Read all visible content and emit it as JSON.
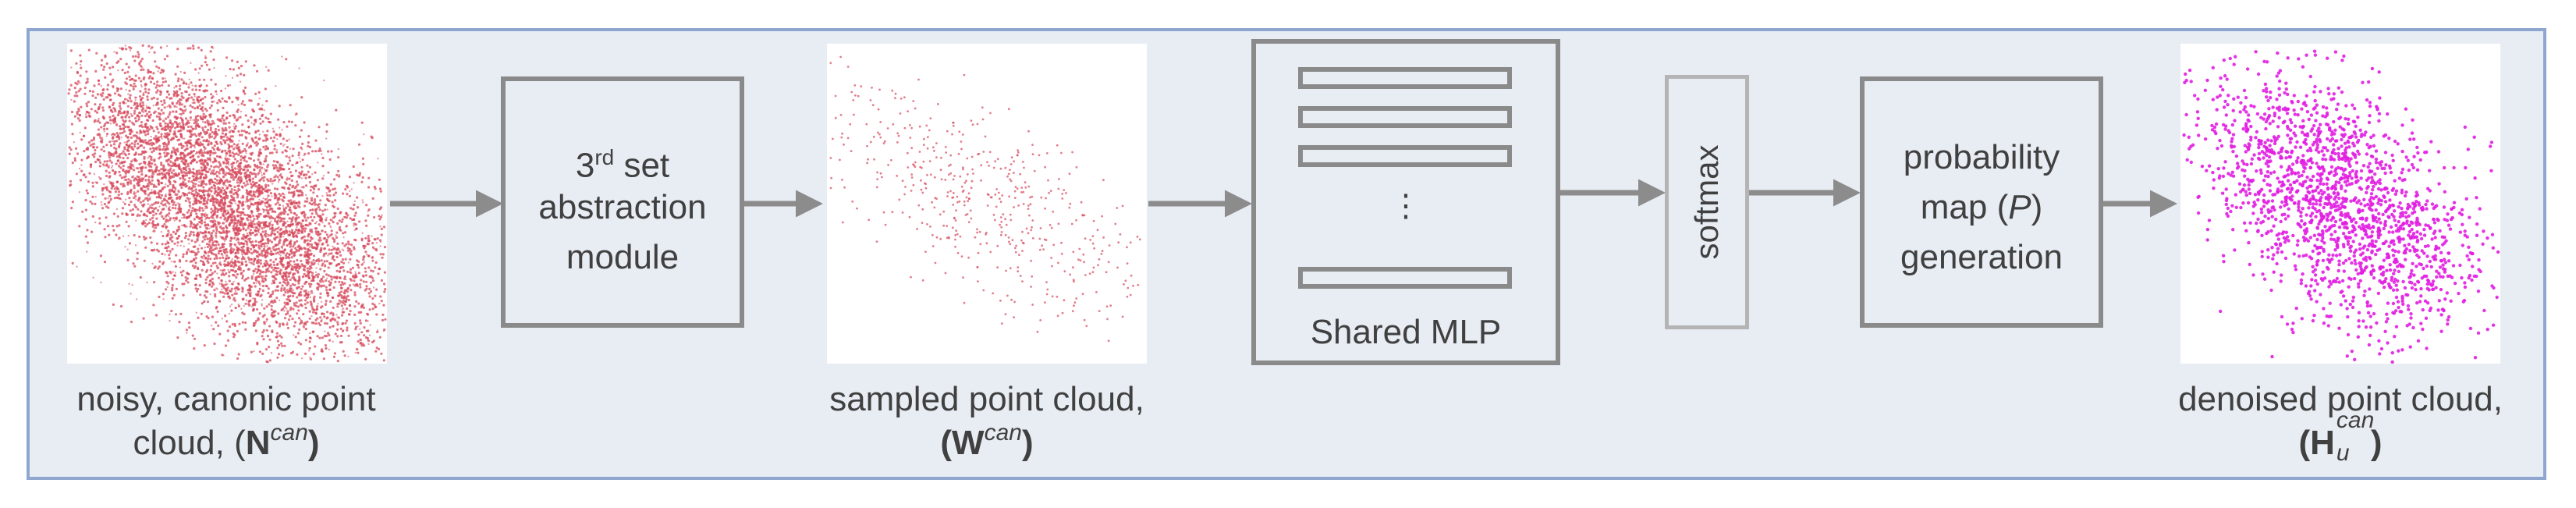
{
  "inputs": {
    "noisy_caption_line1": "noisy, canonic point",
    "noisy_caption_line2": "cloud, (",
    "noisy_symbol": "N",
    "noisy_superscript": "can",
    "sampled_caption_line1": "sampled point cloud,",
    "sampled_symbol": "W",
    "sampled_superscript": "can",
    "denoised_caption_line1": "denoised point cloud,",
    "denoised_symbol": "H",
    "denoised_superscript": "can",
    "denoised_subscript": "u"
  },
  "modules": {
    "set_abstraction": {
      "line1_prefix": "3",
      "line1_sup": "rd",
      "line1_suffix": " set",
      "line2": "abstraction",
      "line3": "module"
    },
    "shared_mlp": {
      "label": "Shared MLP",
      "ellipsis": "⋮"
    },
    "softmax": {
      "label": "softmax"
    },
    "probability_map": {
      "line1": "probability",
      "line2_prefix": "map (",
      "line2_symbol": "P",
      "line2_suffix": ")",
      "line3": "generation"
    }
  },
  "colors": {
    "background": "#e8edf4",
    "border": "#8fa7cf",
    "box_stroke": "#8a8a8a",
    "arrow": "#8c8c8c",
    "noisy_points": "#d64a5c",
    "sampled_points": "#d64a5c",
    "denoised_points": "#e11ee1"
  }
}
